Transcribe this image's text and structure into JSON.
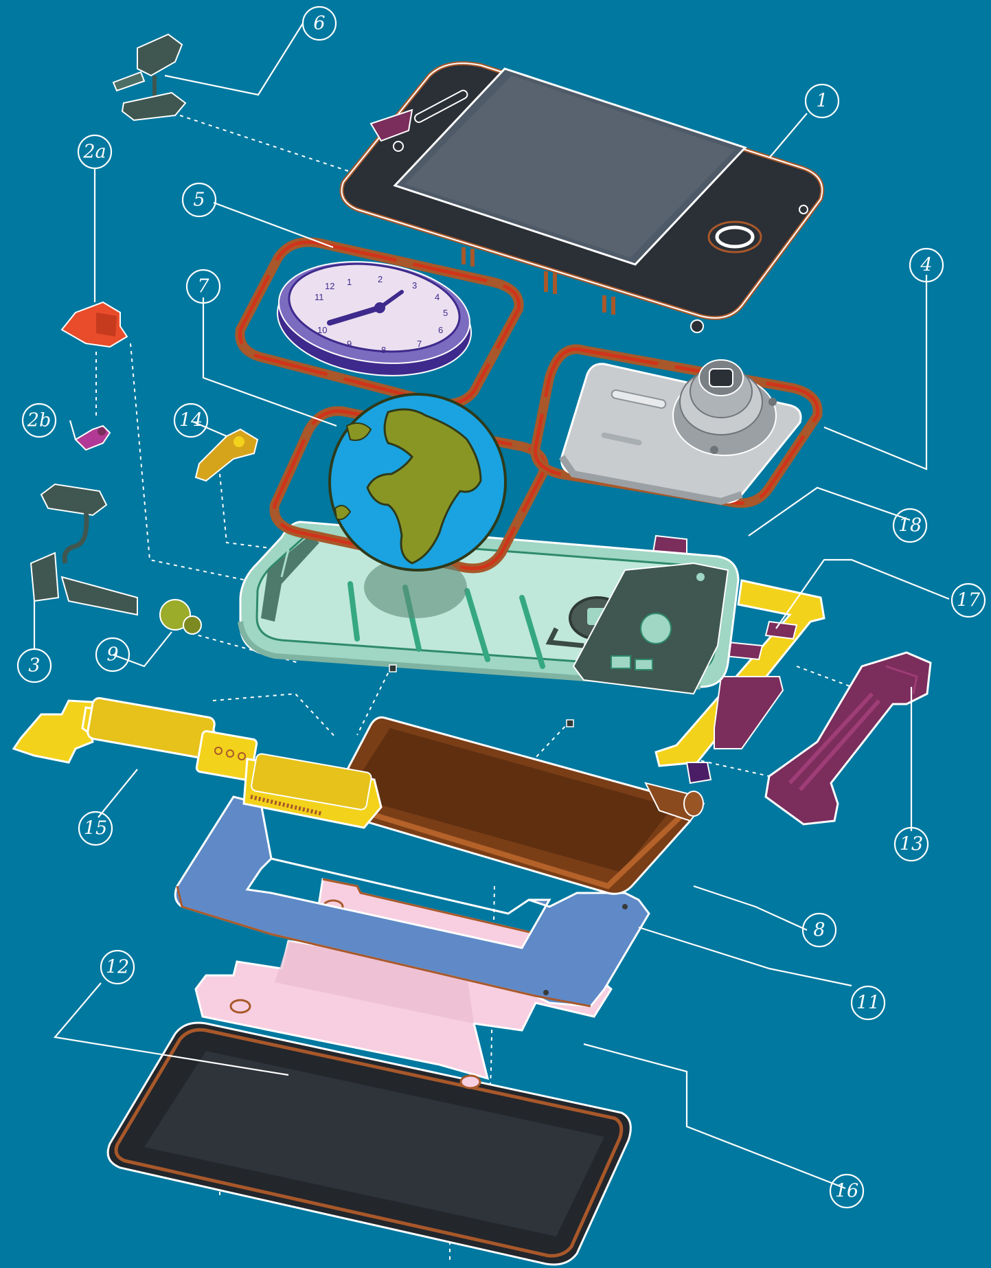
{
  "callouts": {
    "c1": "1",
    "c2a": "2a",
    "c2b": "2b",
    "c3": "3",
    "c4": "4",
    "c5": "5",
    "c6": "6",
    "c7": "7",
    "c8": "8",
    "c9": "9",
    "c11": "11",
    "c12": "12",
    "c13": "13",
    "c14": "14",
    "c15": "15",
    "c16": "16",
    "c17": "17",
    "c18": "18"
  },
  "clock_numbers": [
    "1",
    "2",
    "3",
    "4",
    "5",
    "6",
    "7",
    "8",
    "9",
    "10",
    "11",
    "12"
  ],
  "colors": {
    "background": "#00789f",
    "outline_brown": "#a8582a",
    "screen_glass": "#4f5a68",
    "phone_body": "#2b2f36",
    "clock_face": "#ece0f0",
    "clock_rim": "#3e2a8c",
    "globe_ocean": "#1aa3e0",
    "globe_land": "#8a9623",
    "camera_body": "#c9cccf",
    "midframe": "#a9dccb",
    "battery": "#7a3e17",
    "logic_board": "#f3d21b",
    "pink_plate": "#f7cfe0",
    "blue_frame": "#5f8ac7",
    "back_cover": "#23262b",
    "dock_connector": "#7b2d5c"
  },
  "icons": {
    "clock": "clock-icon",
    "globe": "globe-icon",
    "camera": "camera-icon"
  }
}
